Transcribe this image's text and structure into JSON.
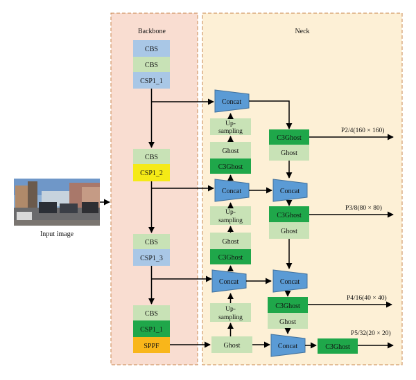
{
  "regions": {
    "backbone_title": "Backbone",
    "neck_title": "Neck"
  },
  "input": {
    "caption": "Input image"
  },
  "backbone": {
    "stack1": [
      "CBS",
      "CBS",
      "CSP1_1"
    ],
    "stack2": [
      "CBS",
      "CSP1_2"
    ],
    "stack3": [
      "CBS",
      "CSP1_3"
    ],
    "stack4": [
      "CBS",
      "CSP1_1",
      "SPPF"
    ]
  },
  "neck": {
    "concat_label": "Concat",
    "ghost_label": "Ghost",
    "c3ghost_label": "C3Ghost",
    "upsampling_line1": "Up-",
    "upsampling_line2": "sampling"
  },
  "outputs": [
    "P2/4(160 × 160)",
    "P3/8(80 × 80)",
    "P4/16(40 × 40)",
    "P5/32(20 × 20)"
  ],
  "colors": {
    "backbone_bg": "#f9ddd1",
    "neck_bg": "#fdf0d6",
    "region_border": "#c9874f",
    "cbs_light_green": "#c8e2b6",
    "light_blue": "#a9c7e6",
    "yellow": "#f5ea16",
    "dark_green": "#1fa74a",
    "orange": "#f9b61a",
    "concat_blue": "#5b9bd5",
    "concat_border": "#41719c"
  }
}
